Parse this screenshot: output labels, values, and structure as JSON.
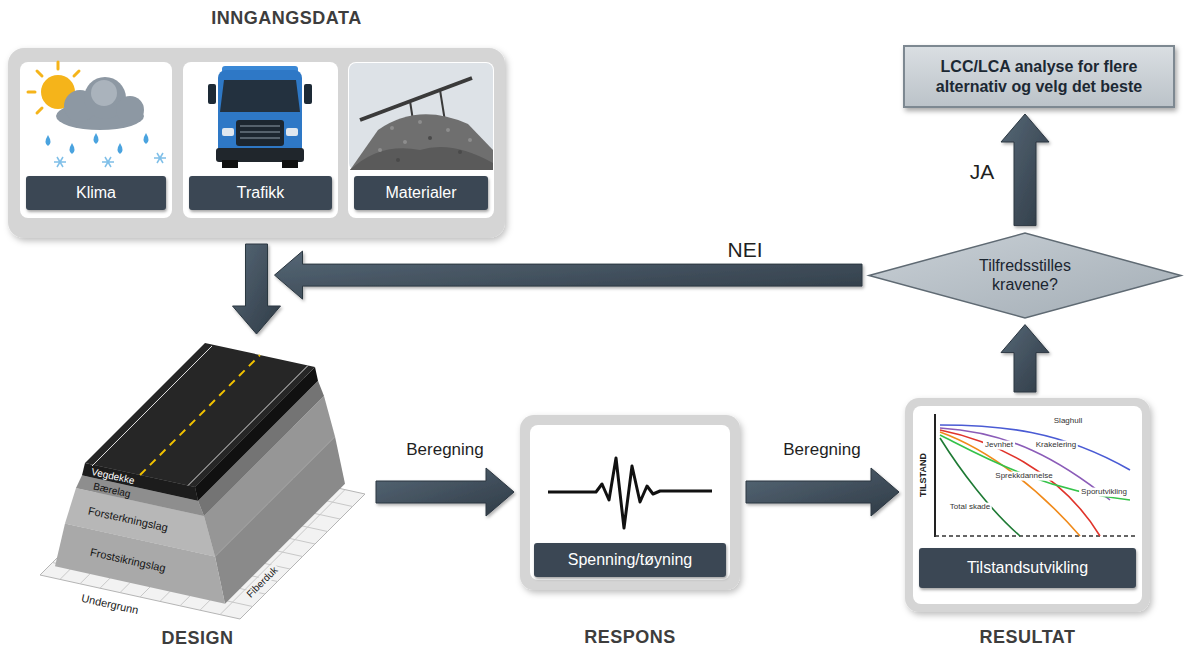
{
  "diagram": {
    "nodes": [
      {
        "text": [
          "INNGANGSDATA"
        ]
      },
      {
        "text": [
          "Klima"
        ],
        "in": 0
      },
      {
        "text": [
          "Trafikk"
        ],
        "in": 0
      },
      {
        "text": [
          "Materialer"
        ],
        "in": 0
      },
      {
        "text": [
          "DESIGN"
        ]
      },
      {
        "text": [
          "Spenning/tøyning",
          "RESPONS"
        ]
      },
      {
        "text": [
          "Tilstandsutvikling",
          "RESULTAT"
        ]
      },
      {
        "text": [
          "Tilfredsstilles kravene?"
        ]
      },
      {
        "text": [
          "LCC/LCA analyse for flere alternativ og velg det beste"
        ]
      }
    ],
    "edges": [
      {
        "from": 0,
        "to": 4,
        "arrow": "to"
      },
      {
        "from": 4,
        "to": 5,
        "label": "Beregning",
        "arrow": "to"
      },
      {
        "from": 5,
        "to": 6,
        "label": "Beregning",
        "arrow": "to"
      },
      {
        "from": 6,
        "to": 7,
        "arrow": "to"
      },
      {
        "from": 7,
        "to": 8,
        "label": "JA",
        "arrow": "to"
      },
      {
        "from": 7,
        "to": 0,
        "label": "NEI",
        "arrow": "to"
      }
    ],
    "labels": [
      "Vegdekke",
      "Bærelag",
      "Forsterkningslag",
      "Frostsikringslag",
      "Fiberduk",
      "Undergrunn",
      "TILSTAND",
      "Slaghull",
      "Krakelering",
      "Jevnhet",
      "Sporutvikling",
      "Sprekkdannelse",
      "Total skade"
    ]
  }
}
